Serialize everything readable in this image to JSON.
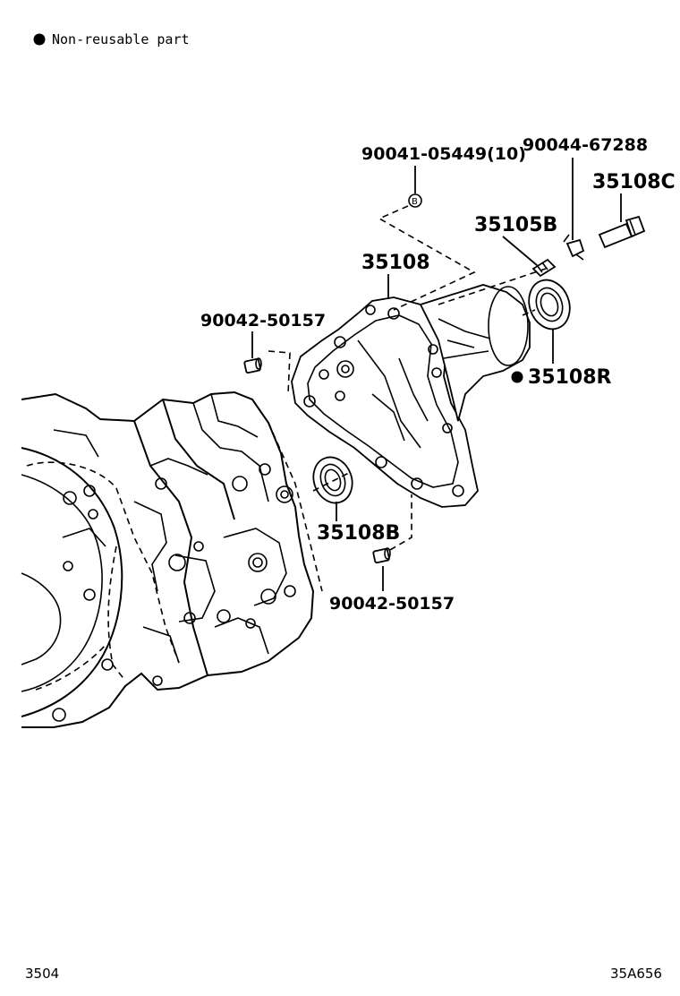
{
  "legend": {
    "text": "Non-reusable part"
  },
  "labels": {
    "bolt_top": "90041-05449(10)",
    "gear_sensor": "90044-67288",
    "sleeve": "35108C",
    "plug": "35105B",
    "housing": "35108",
    "pin_upper": "90042-50157",
    "seal_right": "35108R",
    "seal_left": "35108B",
    "pin_lower": "90042-50157",
    "circle_mark": "B"
  },
  "footer": {
    "page_code": "3504",
    "figure_code": "35A656"
  }
}
